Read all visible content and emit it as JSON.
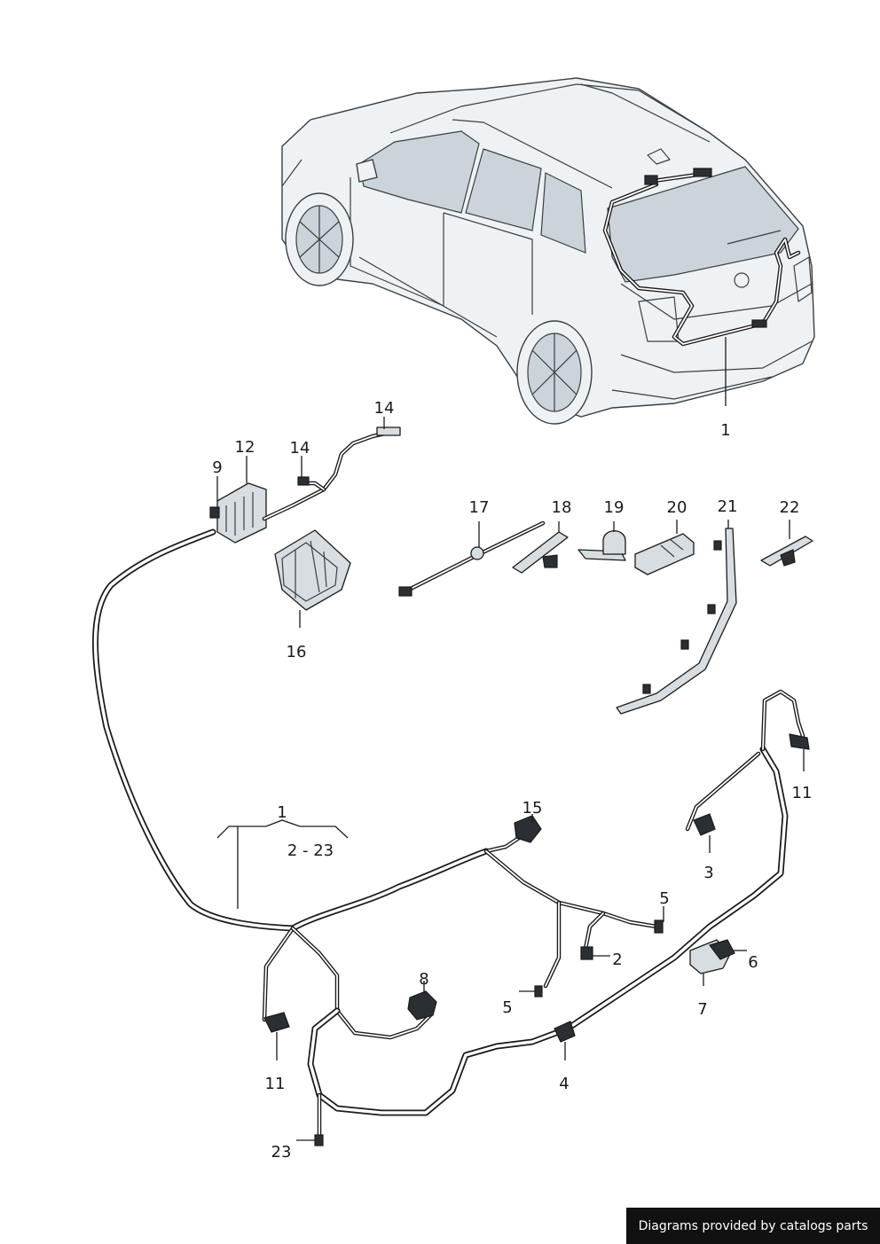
{
  "callouts": [
    {
      "id": "c1-car",
      "text": "1"
    },
    {
      "id": "c14-a",
      "text": "14"
    },
    {
      "id": "c12",
      "text": "12"
    },
    {
      "id": "c14-b",
      "text": "14"
    },
    {
      "id": "c9",
      "text": "9"
    },
    {
      "id": "c16",
      "text": "16"
    },
    {
      "id": "c17",
      "text": "17"
    },
    {
      "id": "c18",
      "text": "18"
    },
    {
      "id": "c19",
      "text": "19"
    },
    {
      "id": "c20",
      "text": "20"
    },
    {
      "id": "c21",
      "text": "21"
    },
    {
      "id": "c22",
      "text": "22"
    },
    {
      "id": "c11-right",
      "text": "11"
    },
    {
      "id": "c1-group",
      "text": "1"
    },
    {
      "id": "c-range",
      "text": "2 - 23"
    },
    {
      "id": "c15",
      "text": "15"
    },
    {
      "id": "c3",
      "text": "3"
    },
    {
      "id": "c5-right",
      "text": "5"
    },
    {
      "id": "c2",
      "text": "2"
    },
    {
      "id": "c6",
      "text": "6"
    },
    {
      "id": "c7",
      "text": "7"
    },
    {
      "id": "c8",
      "text": "8"
    },
    {
      "id": "c5-left",
      "text": "5"
    },
    {
      "id": "c11-left",
      "text": "11"
    },
    {
      "id": "c4",
      "text": "4"
    },
    {
      "id": "c23",
      "text": "23"
    }
  ],
  "footer": {
    "text": "Diagrams provided by catalogs parts"
  },
  "colors": {
    "line": "#1a1a1a",
    "car_body": "#eef2f4",
    "glass": "#cbd4d9",
    "banner": "#111111"
  }
}
